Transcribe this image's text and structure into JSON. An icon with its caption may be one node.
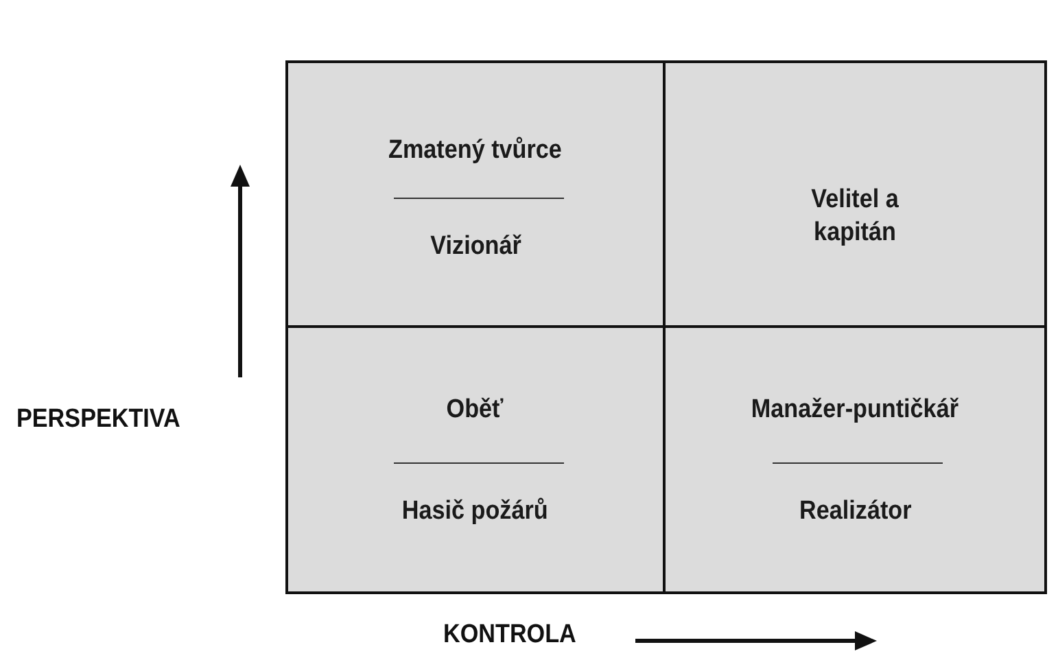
{
  "diagram": {
    "nodes": [
      {
        "text": [
          "Zmatený tvůrce",
          "Vizionář"
        ]
      },
      {
        "text": [
          "Velitel a kapitán"
        ]
      },
      {
        "text": [
          "Oběť",
          "Hasič požárů"
        ]
      },
      {
        "text": [
          "Manažer-puntičkář",
          "Realizátor"
        ]
      }
    ],
    "labels": [
      "PERSPEKTIVA",
      "KONTROLA"
    ]
  }
}
